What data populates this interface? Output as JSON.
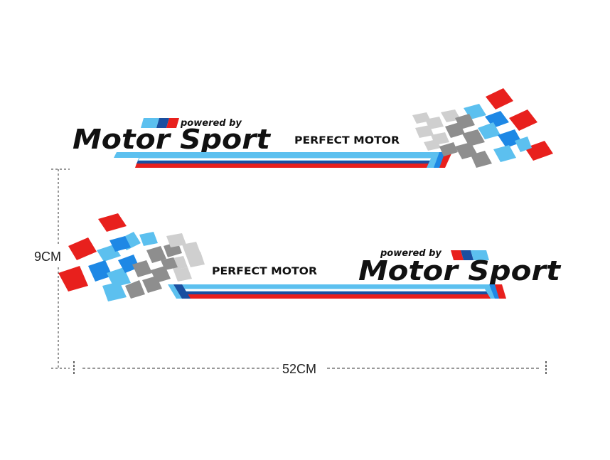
{
  "colors": {
    "light_blue": "#5cc0ef",
    "blue": "#1e88e5",
    "dark_blue": "#1a4fa0",
    "red": "#e8201d",
    "gray": "#8e8e8e",
    "light_gray": "#cfcfcf",
    "text": "#111111"
  },
  "decal_top": {
    "powered_by": "powered by",
    "motor_sport": "Motor Sport",
    "perfect_motor": "PERFECT MOTOR"
  },
  "decal_bottom": {
    "powered_by": "powered by",
    "motor_sport": "Motor Sport",
    "perfect_motor": "PERFECT MOTOR"
  },
  "dimensions": {
    "height_label": "9CM",
    "width_label": "52CM"
  }
}
